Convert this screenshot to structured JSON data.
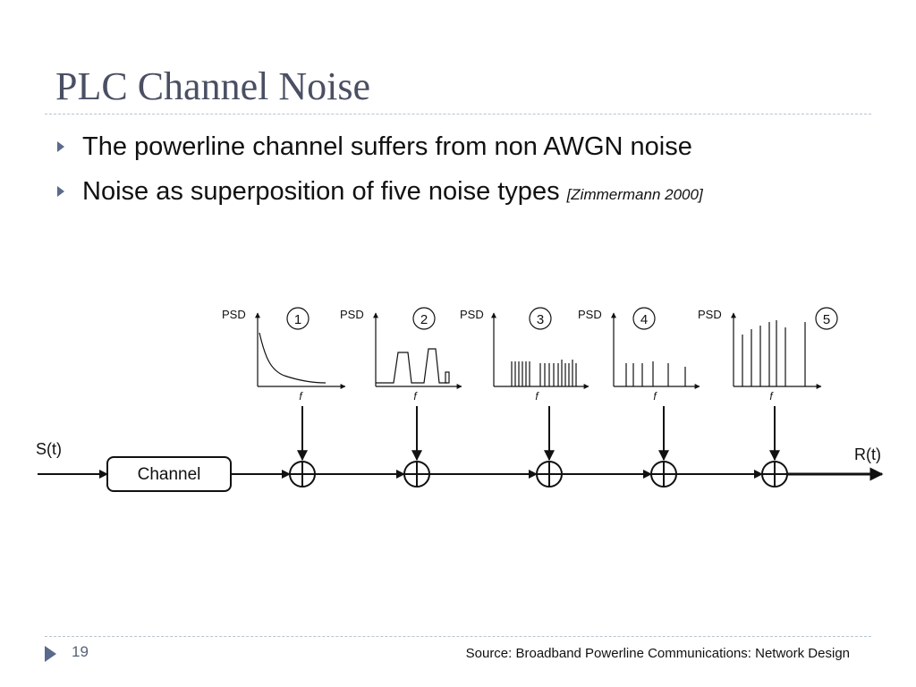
{
  "slide": {
    "title": "PLC Channel Noise",
    "bullets": [
      {
        "text": "The powerline channel suffers from non AWGN noise",
        "citation": ""
      },
      {
        "text": "Noise as superposition of five noise types",
        "citation": "[Zimmermann 2000]"
      }
    ],
    "page_number": "19",
    "source": "Source: Broadband Powerline Communications: Network Design"
  },
  "diagram": {
    "input_label": "S(t)",
    "output_label": "R(t)",
    "channel_label": "Channel",
    "psd_label": "PSD",
    "freq_label": "f",
    "noise_numbers": [
      "1",
      "2",
      "3",
      "4",
      "5"
    ]
  },
  "colors": {
    "title": "#4a4f63",
    "rule": "#b8c4d0",
    "marker": "#5a6a8a",
    "text": "#111111"
  }
}
